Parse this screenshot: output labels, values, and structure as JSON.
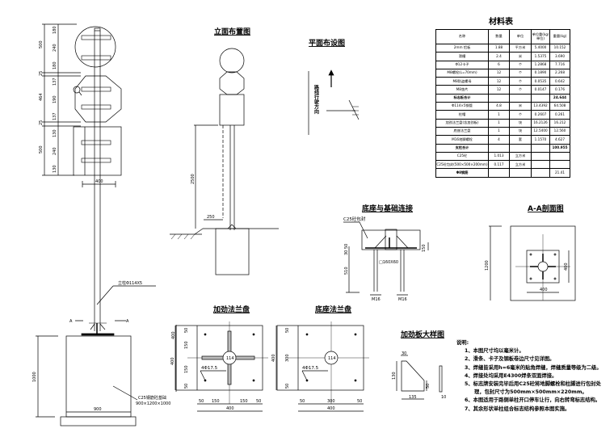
{
  "left_view": {
    "dims_outer": [
      "500",
      "25",
      "464",
      "25",
      "500"
    ],
    "dims_circle": [
      "180",
      "240",
      "180"
    ],
    "dims_octagon": [
      "137",
      "190",
      "137"
    ],
    "dims_rect": [
      "130",
      "240",
      "130"
    ],
    "width_dim": "400",
    "pole_label": "立柱Φ114X5",
    "section_a": "A",
    "foundation_label": "C25钢筋砼基础",
    "foundation_size": "900×1200×1000",
    "height_dim": "1000",
    "base_width": "900",
    "right_dim": "400"
  },
  "elevation": {
    "title": "立面布置图",
    "height_dim": "2500",
    "offset_dim": "250"
  },
  "plan": {
    "title": "平面布设图",
    "direction_text": "路线行驶方向"
  },
  "material_table": {
    "title": "材料表",
    "headers": [
      "名称",
      "数量",
      "单位",
      "单位重(kg/单位)",
      "重量(kg)"
    ],
    "rows": [
      [
        "2mm 铝板",
        "1.88",
        "平方米",
        "5.4000",
        "10.152"
      ],
      [
        "滑槽",
        "2.4",
        "米",
        "1.5375",
        "3.690"
      ],
      [
        "Φ12卡子",
        "6",
        "个",
        "1.2868",
        "7.716"
      ],
      [
        "M8螺栓(L=70mm)",
        "12",
        "个",
        "0.1890",
        "2.268"
      ],
      [
        "M8防盗螺母",
        "12",
        "个",
        "0.0535",
        "0.642"
      ],
      [
        "M8垫片",
        "12",
        "个",
        "0.0147",
        "0.176"
      ],
      [
        "标志板合计",
        "",
        "",
        "",
        "24.644"
      ],
      [
        "Φ114×5钢管",
        "4.8",
        "米",
        "13.4392",
        "64.508"
      ],
      [
        "柱帽",
        "1",
        "个",
        "0.2607",
        "0.261"
      ],
      [
        "加劲法兰盘(含加劲板)",
        "1",
        "块",
        "16.2126",
        "16.212"
      ],
      [
        "底座法兰盘",
        "1",
        "块",
        "12.5400",
        "12.560"
      ],
      [
        "M16地脚螺栓",
        "4",
        "套",
        "1.1570",
        "4.627"
      ],
      [
        "支柱合计",
        "",
        "",
        "",
        "100.955"
      ],
      [
        "C25砼",
        "1.013",
        "立方米",
        "",
        ""
      ],
      [
        "C25砼包封(500×500×200mm)",
        "0.117",
        "立方米",
        "",
        ""
      ],
      [
        "Φ8钢筋",
        "",
        "",
        "",
        "21.41"
      ]
    ]
  },
  "base_connection": {
    "title": "底座与基础连接",
    "concrete_label": "C25砼包封",
    "steel_label": "□160X60",
    "dims": [
      "50",
      "30",
      "510",
      "M16",
      "M16",
      "150"
    ]
  },
  "section_aa": {
    "title": "A-A剖面图",
    "height_dim": "1200",
    "plate_w": "400",
    "plate_h": "400"
  },
  "stiffened_flange": {
    "title": "加劲法兰盘",
    "hole_label": "4Φ17.5",
    "bottom_dims": [
      "50",
      "150",
      "150",
      "50"
    ],
    "total": "400",
    "side_dims": [
      "50",
      "150",
      "150",
      "50"
    ],
    "height": "400",
    "pipe": "114"
  },
  "base_flange": {
    "title": "底座法兰盘",
    "hole_label": "4Φ17.5",
    "bottom_dims": [
      "50",
      "300",
      "50"
    ],
    "total": "400",
    "side_dims": [
      "50",
      "300",
      "50"
    ],
    "height": "400",
    "pipe": "114"
  },
  "stiffener_detail": {
    "title": "加劲板大样图",
    "dims": [
      "30",
      "130",
      "50",
      "135",
      "10"
    ]
  },
  "notes": {
    "heading": "说明:",
    "items": [
      "1、本图尺寸均以毫米计。",
      "2、滑条、卡子及钢板卷边尺寸见详图。",
      "3、焊缝皆采用h=6毫米的贴角焊缝，焊缝质量等级为二级。",
      "4、焊接处均采用E4300焊条双面焊接。",
      "5、标志牌安装完毕后用C25砼将地脚螺栓和柱脚进行包封处",
      "理，包封尺寸为500mm×500mm×220mm。",
      "6、本图适用于路侧单柱开口停车让行，向右转弯标志结构。",
      "7、其余形状单柱组合标志结构参照本图实施。"
    ]
  }
}
